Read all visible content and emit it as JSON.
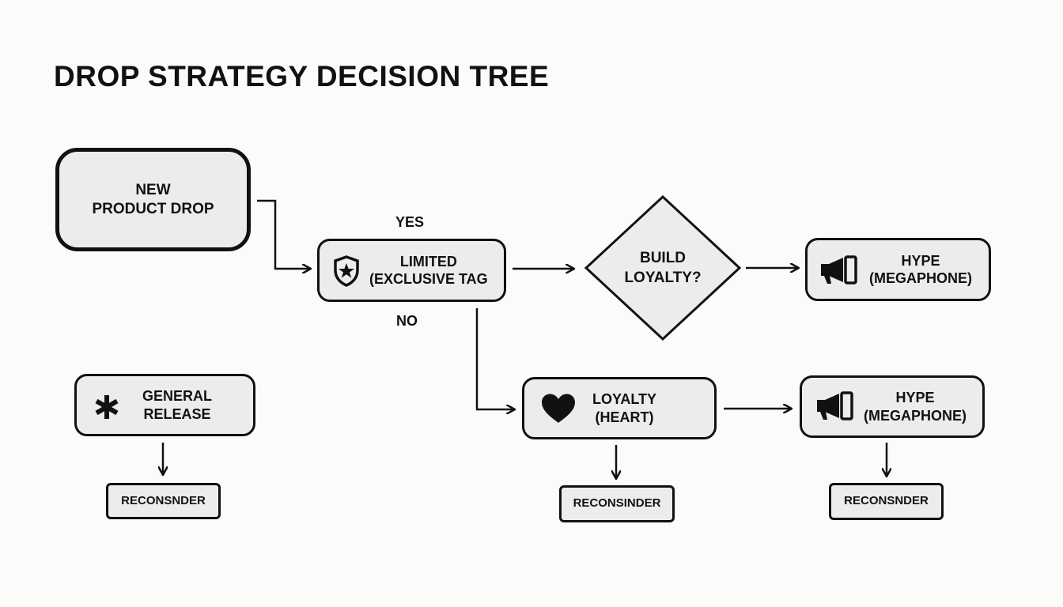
{
  "title": "DROP STRATEGY DECISION TREE",
  "nodes": {
    "start": {
      "line1": "NEW",
      "line2": "PRODUCT DROP"
    },
    "limited": {
      "line1": "LIMITED",
      "line2": "(EXCLUSIVE TAG",
      "icon": "shield-star-icon"
    },
    "decision": {
      "line1": "BUILD",
      "line2": "LOYALTY?"
    },
    "hype_top": {
      "line1": "HYPE",
      "line2": "(MEGAPHONE)",
      "icon": "megaphone-icon"
    },
    "general": {
      "line1": "GENERAL",
      "line2": "RELEASE",
      "icon": "asterisk-icon"
    },
    "loyalty": {
      "line1": "LOYALTY",
      "line2": "(HEART)",
      "icon": "heart-icon"
    },
    "hype_bottom": {
      "line1": "HYPE",
      "line2": "(MEGAPHONE)",
      "icon": "megaphone-icon"
    },
    "reconsider_left": {
      "label": "RECONSNDER"
    },
    "reconsider_mid": {
      "label": "RECONSINDER"
    },
    "reconsider_right": {
      "label": "RECONSNDER"
    }
  },
  "edge_labels": {
    "yes": "YES",
    "no": "NO"
  },
  "colors": {
    "stroke": "#111111",
    "fill": "#ececeb",
    "background": "#fbfbfa"
  }
}
